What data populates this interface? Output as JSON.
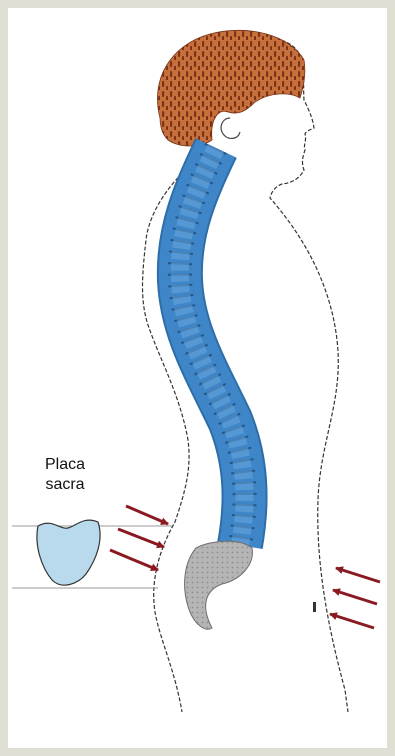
{
  "label": {
    "line1": "Placa",
    "line2": "sacra"
  },
  "colors": {
    "background": "#dfdfd4",
    "spine": "#3f86c8",
    "spine_outline": "#2d6ea8",
    "hair": "#c8703c",
    "sacrum": "#b6b6b6",
    "plate": "#b9d9ec",
    "arrows": "#8a1a22"
  },
  "icons": [
    "human-silhouette",
    "spine",
    "sacrum",
    "sacral-plate",
    "pressure-arrow"
  ]
}
